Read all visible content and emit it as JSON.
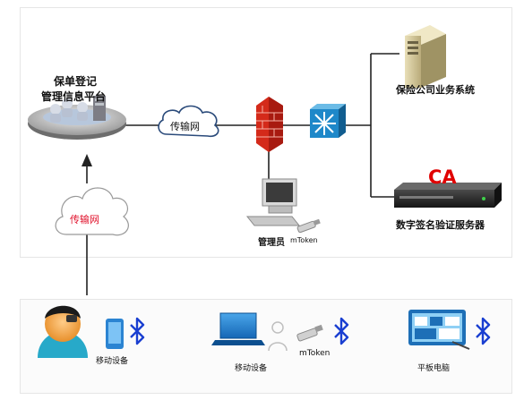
{
  "platform": {
    "line1": "保单登记",
    "line2": "管理信息平台"
  },
  "network_cloud_top": "传输网",
  "network_cloud_left": "传输网",
  "insurer_system": "保险公司业务系统",
  "ca_server": {
    "logo_text": "CA",
    "label": "数字签名验证服务器"
  },
  "admin": {
    "label": "管理员",
    "token_label": "mToken"
  },
  "devices": {
    "user_device_label": "移动设备",
    "laptop_device_label": "移动设备",
    "token_label": "mToken",
    "tablet_label": "平板电脑"
  },
  "colors": {
    "bluetooth": "#1a3fd1",
    "ca_red": "#e00000",
    "cloud_text": "#e0102a",
    "switch_blue": "#1e88c9",
    "firewall_red": "#d42a1a"
  }
}
